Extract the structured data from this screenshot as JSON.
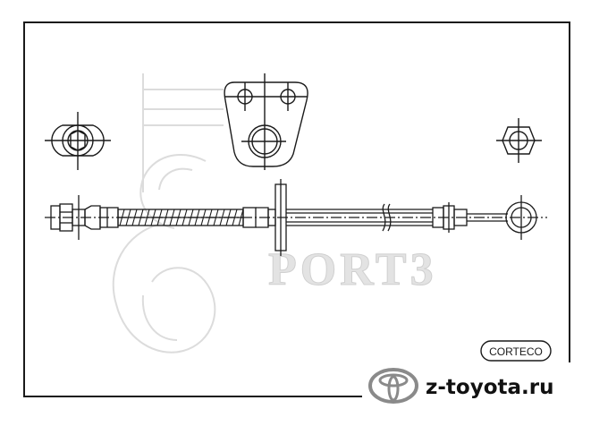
{
  "watermark": {
    "text": "PORT3"
  },
  "brand": {
    "label": "CORTECO"
  },
  "site": {
    "label": "z-toyota.ru"
  },
  "icons": {
    "toyota_logo": "toyota-logo-icon",
    "watermark_logo": "ports-swirl-logo",
    "fitting_left": "banjo-fitting-end-view",
    "bracket": "mounting-bracket-view",
    "fitting_right": "hex-nut-end-view"
  },
  "colors": {
    "line": "#1a1a1a",
    "watermark": "#d9d9d9",
    "logo_gray": "#8a8a8a"
  }
}
